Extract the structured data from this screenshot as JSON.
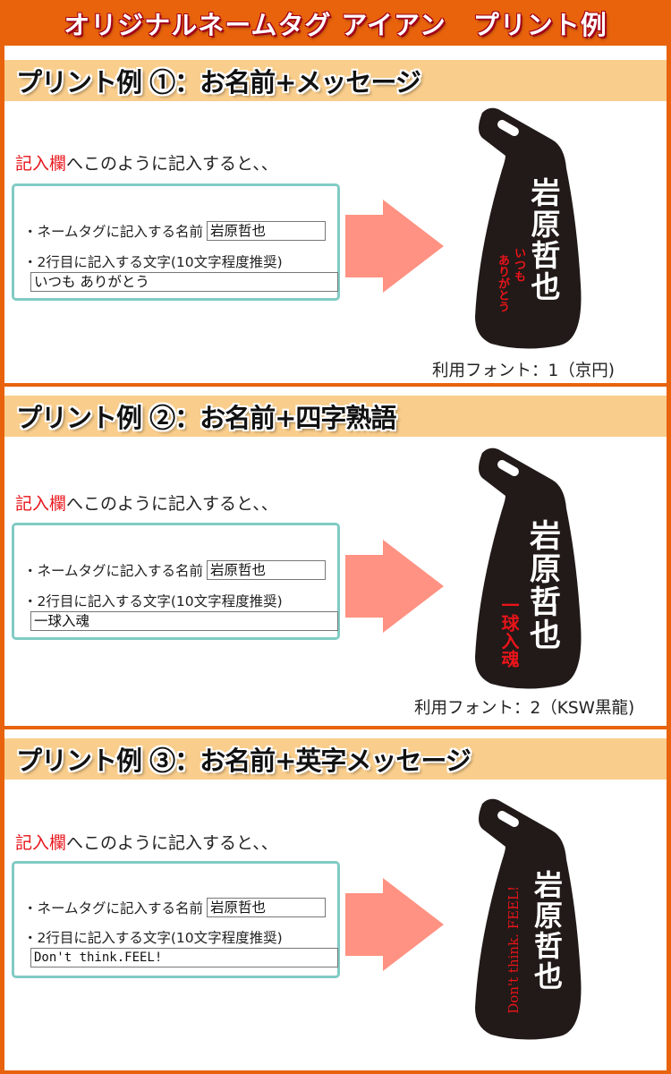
{
  "page": {
    "title": "オリジナルネームタグ アイアン　プリント例"
  },
  "colors": {
    "brand_orange": "#e8630c",
    "header_band": "#f9cd8b",
    "form_border": "#80cbc4",
    "arrow": "#ff9282",
    "tag_fill": "#211a18",
    "highlight_red": "#e8141a"
  },
  "sections": [
    {
      "title": "プリント例 ①：お名前+メッセージ",
      "intro_highlight": "記入欄",
      "intro_rest": "へこのように記入すると、、",
      "name_label": "・ネームタグに記入する名前",
      "name_value": "岩原哲也",
      "line2_label": "・2行目に記入する文字(10文字程度推奨)",
      "line2_value": "いつも ありがとう",
      "tag_name": "岩原哲也",
      "tag_message_col1": "いつも",
      "tag_message_col2": "ありがとう",
      "font_note": "利用フォント：1（京円)"
    },
    {
      "title": "プリント例 ②：お名前+四字熟語",
      "intro_highlight": "記入欄",
      "intro_rest": "へこのように記入すると、、",
      "name_label": "・ネームタグに記入する名前",
      "name_value": "岩原哲也",
      "line2_label": "・2行目に記入する文字(10文字程度推奨)",
      "line2_value": "一球入魂",
      "tag_name": "岩原哲也",
      "tag_message": "一球入魂",
      "font_note": "利用フォント：2（KSW黒龍)"
    },
    {
      "title": "プリント例 ③：お名前+英字メッセージ",
      "intro_highlight": "記入欄",
      "intro_rest": "へこのように記入すると、、",
      "name_label": "・ネームタグに記入する名前",
      "name_value": "岩原哲也",
      "line2_label": "・2行目に記入する文字(10文字程度推奨)",
      "line2_value": "Don't think.FEEL!",
      "tag_name": "岩原哲也",
      "tag_message": "Don't think. FEEL!"
    }
  ]
}
